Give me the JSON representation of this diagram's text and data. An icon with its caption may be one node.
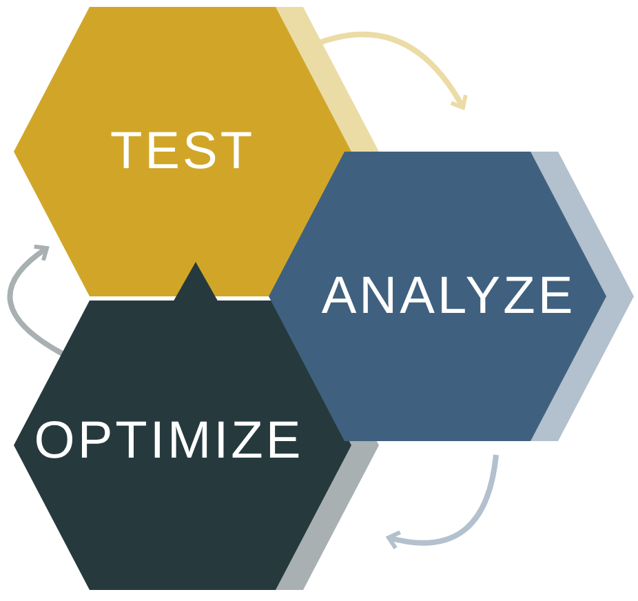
{
  "diagram": {
    "nodes": [
      {
        "text": [
          "TEST"
        ]
      },
      {
        "text": [
          "ANALYZE"
        ]
      },
      {
        "text": [
          "OPTIMIZE"
        ]
      }
    ],
    "edges": [
      {
        "from": 0,
        "to": 1,
        "arrow": "to",
        "color": "#ebdca6"
      },
      {
        "from": 1,
        "to": 2,
        "arrow": "to",
        "color": "#b3c0cd"
      },
      {
        "from": 2,
        "to": 0,
        "arrow": "to",
        "color": "#a9b0b1"
      }
    ]
  }
}
